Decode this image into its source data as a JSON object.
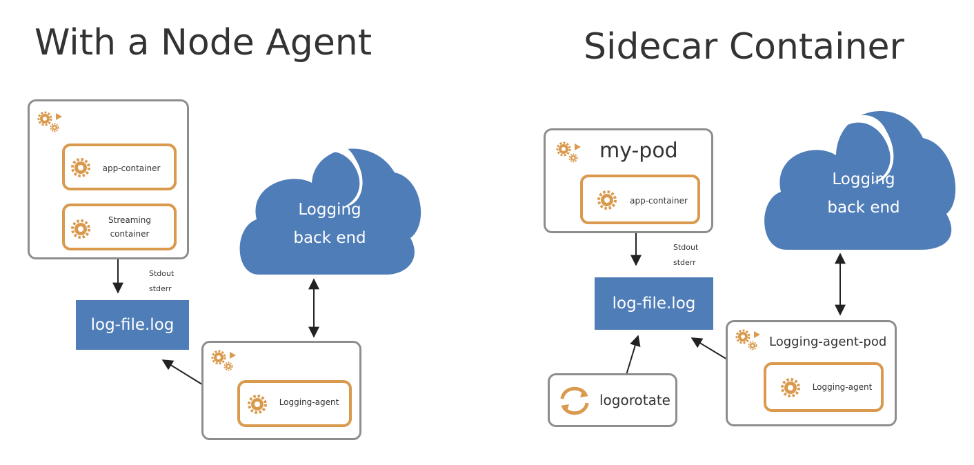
{
  "colors": {
    "accent": "#d99a4e",
    "blue": "#4f7db8",
    "border": "#8d8d8d",
    "arrow": "#222222"
  },
  "left": {
    "title": "With a Node Agent",
    "app_container": "app-container",
    "streaming_line1": "Streaming",
    "streaming_line2": "container",
    "stdout": "Stdout",
    "stderr": "stderr",
    "logfile": "log-file.log",
    "cloud_line1": "Logging",
    "cloud_line2": "back end",
    "logging_agent": "Logging-agent"
  },
  "right": {
    "title": "Sidecar Container",
    "pod_name": "my-pod",
    "app_container": "app-container",
    "stdout": "Stdout",
    "stderr": "stderr",
    "logfile": "log-file.log",
    "logrotate": "logorotate",
    "cloud_line1": "Logging",
    "cloud_line2": "back end",
    "agent_pod_name": "Logging-agent-pod",
    "logging_agent": "Logging-agent"
  },
  "icons": {
    "pod_icon": "gears-play-icon",
    "container_icon": "gear-icon",
    "rotate_icon": "rotate-arrows-icon"
  }
}
